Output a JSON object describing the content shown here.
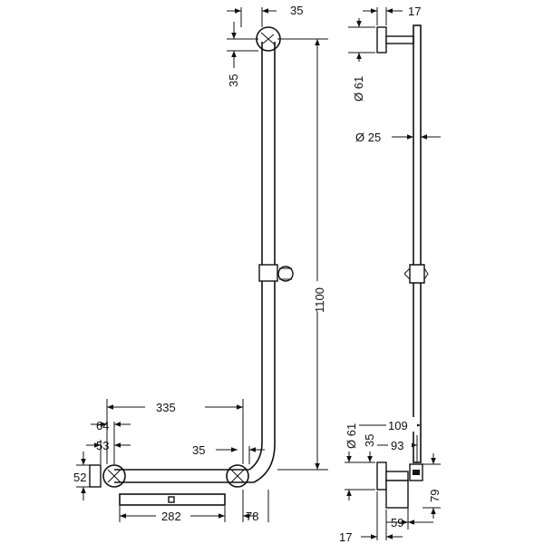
{
  "front_view": {
    "dims": {
      "top_offset_h": "35",
      "top_offset_v": "35",
      "height": "1100",
      "horizontal_length": "335",
      "flange_offset": "64",
      "flange_inner": "53",
      "flange_height": "52",
      "corner_offset": "35",
      "shelf_length": "282",
      "shelf_end": "78"
    }
  },
  "side_view": {
    "dims": {
      "top_depth": "17",
      "top_diameter": "Ø 61",
      "bar_diameter": "Ø 25",
      "bottom_diameter": "Ø 61",
      "bottom_offset": "35",
      "depth_109": "109",
      "depth_93": "93",
      "height_79": "79",
      "bottom_depth": "17",
      "base_59": "59"
    }
  }
}
